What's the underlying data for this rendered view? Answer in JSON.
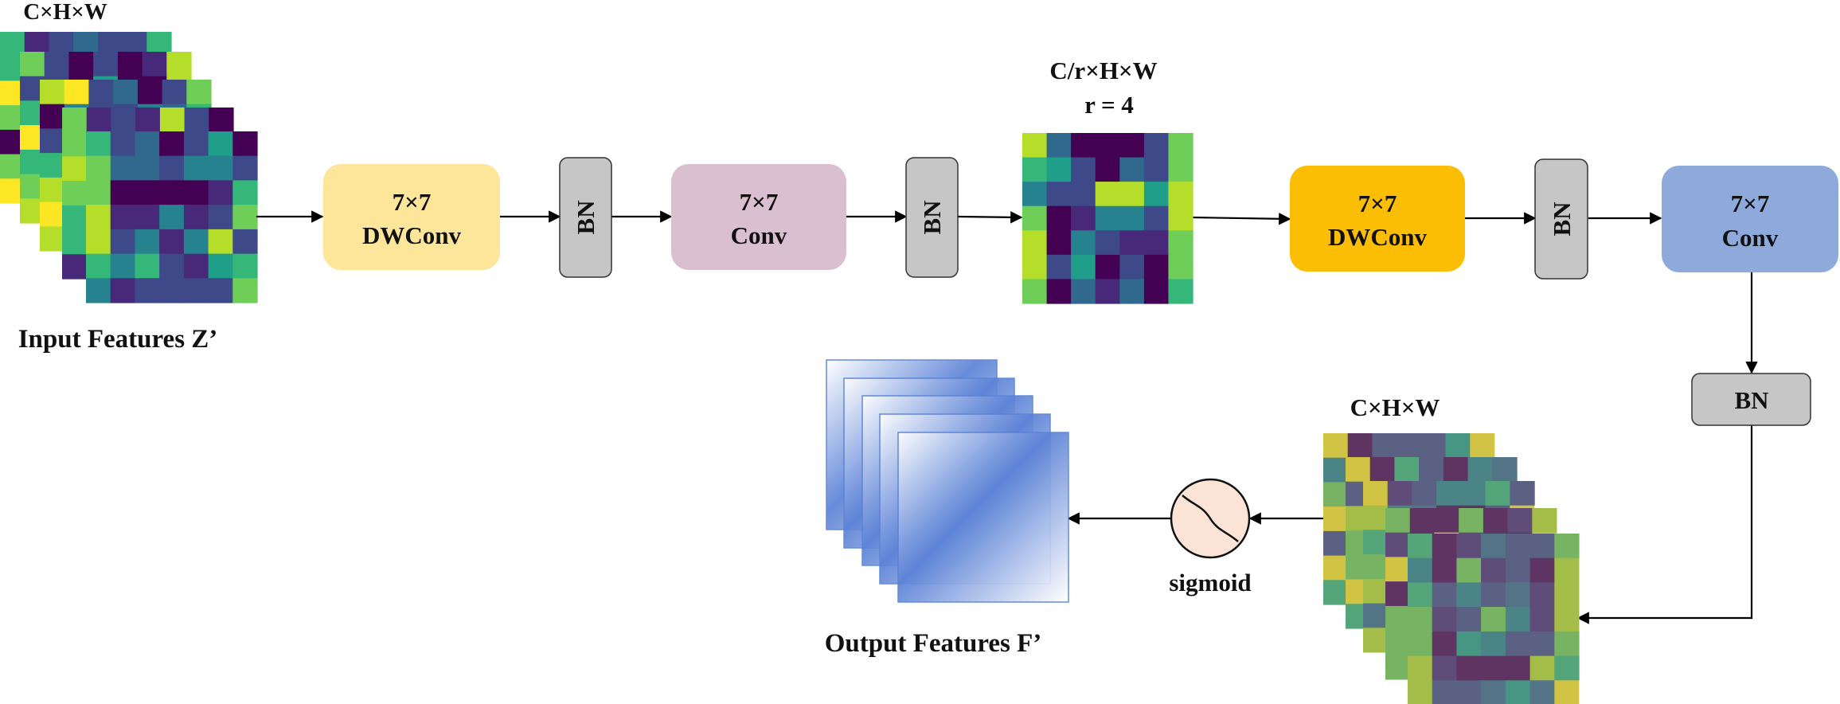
{
  "labels": {
    "input_dims": "C×H×W",
    "input_caption": "Input Features Z’",
    "mid_dims": "C/r×H×W",
    "mid_ratio": "r = 4",
    "output_side_dims": "C×H×W",
    "output_caption": "Output Features F’",
    "sigmoid": "sigmoid"
  },
  "blocks": {
    "dwconv1": {
      "line1": "7×7",
      "line2": "DWConv"
    },
    "bn1": "BN",
    "conv1": {
      "line1": "7×7",
      "line2": "Conv"
    },
    "bn2": "BN",
    "dwconv2": {
      "line1": "7×7",
      "line2": "DWConv"
    },
    "bn3": "BN",
    "conv2": {
      "line1": "7×7",
      "line2": "Conv"
    },
    "bn4": "BN"
  },
  "colors": {
    "dwconv1": "#fde59a",
    "conv1": "#d9bfcf",
    "dwconv2": "#fcbd05",
    "conv2": "#8eaadb",
    "bn": "#c6c6c6",
    "sigmoid": "#fbe3d6",
    "output_stack": "#5b82d6"
  }
}
